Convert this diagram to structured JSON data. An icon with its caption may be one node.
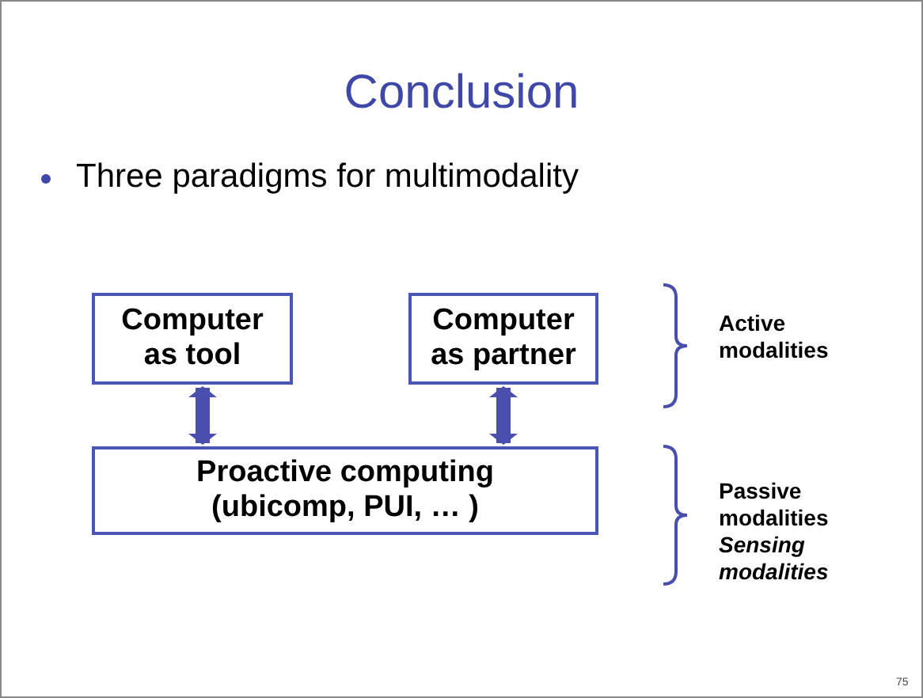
{
  "diagram": {
    "title": "Conclusion",
    "nodes": [
      {
        "text": [
          "Computer as tool"
        ]
      },
      {
        "text": [
          "Computer as partner"
        ]
      },
      {
        "text": [
          "Proactive computing (ubicomp, PUI, … )"
        ]
      }
    ],
    "edges": [
      {
        "from": 0,
        "to": 2,
        "arrow": "both"
      },
      {
        "from": 1,
        "to": 2,
        "arrow": "both"
      }
    ],
    "labels": [
      "Three paradigms for multimodality",
      "Active modalities",
      "Passive modalities",
      "Sensing modalities",
      "75"
    ]
  }
}
